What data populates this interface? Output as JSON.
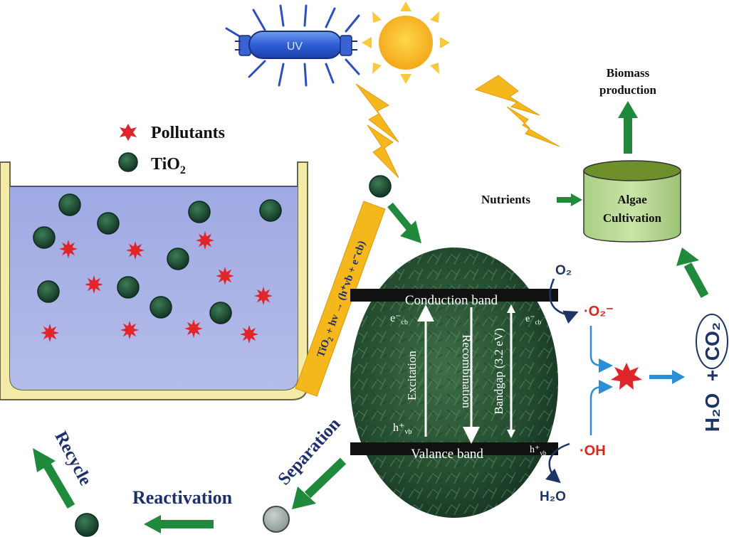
{
  "uv_lamp": {
    "label": "UV"
  },
  "legend": {
    "pollutants": "Pollutants",
    "tio2_base": "TiO",
    "tio2_sub": "2"
  },
  "equation": {
    "text": "TiO",
    "sub": "2",
    "rest": " + hv → (h⁺vb + e⁻cb)"
  },
  "band": {
    "conduction": "Conduction band",
    "valence": "Valance band",
    "electron": "e⁻",
    "electron_sub": "cb",
    "hole": "h⁺",
    "hole_sub": "vb",
    "excitation": "Excitation",
    "recombination": "Recombination",
    "bandgap": "Bandgap (3.2 eV)"
  },
  "species": {
    "o2": "O₂",
    "superoxide": "·O₂⁻",
    "h2o": "H₂O",
    "hydroxyl": "·OH"
  },
  "products": {
    "h2o": "H₂O",
    "plus": "+",
    "co2": "CO₂"
  },
  "algae": {
    "line1": "Algae",
    "line2": "Cultivation",
    "nutrients": "Nutrients",
    "biomass_line1": "Biomass",
    "biomass_line2": "production"
  },
  "cycle": {
    "separation": "Separation",
    "reactivation": "Reactivation",
    "recycle": "Recycle"
  },
  "colors": {
    "water": "#a9b4e6",
    "tank": "#f3eba7",
    "particle": "#1f4d38",
    "pollutant": "#e0262b",
    "arrow_green": "#1f8a3b",
    "lightning": "#f5b81c",
    "sun": "#f7b51e",
    "label_blue": "#1e2f6e",
    "radical_red": "#d62a1e"
  }
}
